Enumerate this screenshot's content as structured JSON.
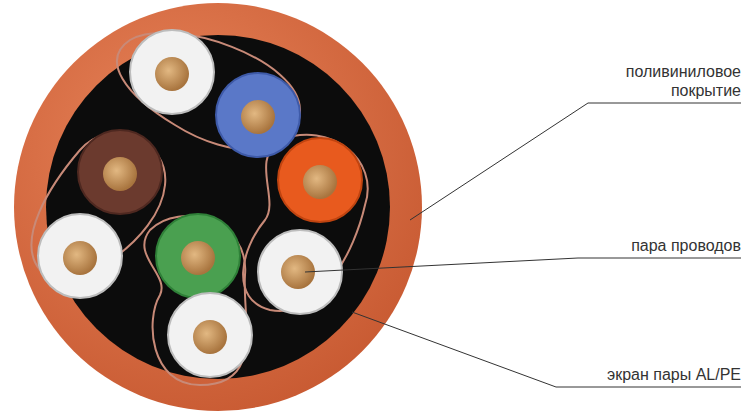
{
  "diagram": {
    "labels": [
      "поливиниловое покрытие",
      "пара проводов",
      "экран пары AL/PE"
    ]
  }
}
